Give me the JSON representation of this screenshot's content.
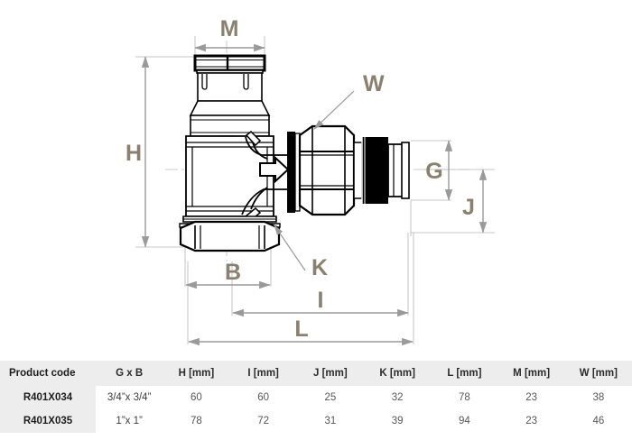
{
  "drawing": {
    "type": "technical-dimension-drawing",
    "subject": "angle radiator valve",
    "dimension_labels": [
      {
        "id": "M",
        "label": "M",
        "orientation": "horizontal",
        "location": "top"
      },
      {
        "id": "H",
        "label": "H",
        "orientation": "vertical",
        "location": "left"
      },
      {
        "id": "W",
        "label": "W",
        "orientation": "leader",
        "location": "upper-right"
      },
      {
        "id": "G",
        "label": "G",
        "orientation": "vertical",
        "location": "right"
      },
      {
        "id": "J",
        "label": "J",
        "orientation": "vertical",
        "location": "far-right"
      },
      {
        "id": "B",
        "label": "B",
        "orientation": "horizontal",
        "location": "bottom"
      },
      {
        "id": "K",
        "label": "K",
        "orientation": "leader",
        "location": "bottom-center"
      },
      {
        "id": "I",
        "label": "I",
        "orientation": "horizontal",
        "location": "bottom"
      },
      {
        "id": "L",
        "label": "L",
        "orientation": "horizontal",
        "location": "bottom"
      }
    ],
    "flow_arrow": "flow-direction-arrow",
    "colors": {
      "label": "#8a8070",
      "dimension_line": "#9a9a9a",
      "outline": "#000000",
      "centerline": "#b0b0b0"
    }
  },
  "table": {
    "headers": [
      "Product code",
      "G x B",
      "H [mm]",
      "I [mm]",
      "J [mm]",
      "K [mm]",
      "L [mm]",
      "M [mm]",
      "W [mm]"
    ],
    "rows": [
      {
        "code": "R401X034",
        "gxb": "3/4”x 3/4”",
        "h": "60",
        "i": "60",
        "j": "25",
        "k": "32",
        "l": "78",
        "m": "23",
        "w": "38"
      },
      {
        "code": "R401X035",
        "gxb": "1”x 1”",
        "h": "78",
        "i": "72",
        "j": "31",
        "k": "39",
        "l": "94",
        "m": "23",
        "w": "46"
      }
    ]
  }
}
